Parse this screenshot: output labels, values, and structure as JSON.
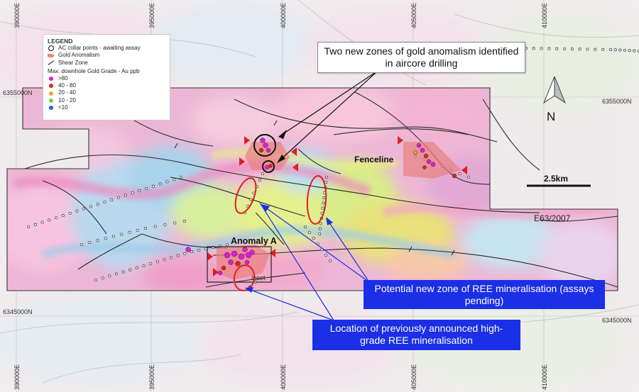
{
  "legend": {
    "title": "LEGEND",
    "items": {
      "collar": "AC collar points - awaiting assay",
      "anomalism": "Gold Anomalism",
      "shear": "Shear Zone"
    },
    "grade_title": "Max. downhole Gold Grade - Au ppb",
    "grades": [
      {
        "label": ">80",
        "color": "#e01ad8"
      },
      {
        "label": "40 - 80",
        "color": "#d9261c"
      },
      {
        "label": "20 - 40",
        "color": "#f0a030"
      },
      {
        "label": "10 - 20",
        "color": "#7ccc3a"
      },
      {
        "label": "<10",
        "color": "#2a5fd8"
      }
    ]
  },
  "labels": {
    "fenceline": "Fenceline",
    "anomaly_a": "Anomaly A",
    "inset": "Inset",
    "tenement": "E63/2007",
    "scale": "2.5km",
    "north": "N"
  },
  "callouts": {
    "gold": "Two new zones of gold anomalism identified in aircore drilling",
    "ree_new": "Potential new zone of REE mineralisation (assays pending)",
    "ree_prev": "Location of previously announced high-grade REE mineralisation"
  },
  "grid": {
    "eastings": [
      "390000E",
      "395000E",
      "400000E",
      "405000E",
      "410000E"
    ],
    "northings_left": [
      "6355000N",
      "6345000N"
    ],
    "northings_right": [
      "6355000N",
      "6345000N"
    ]
  },
  "colors": {
    "callout_blue": "#1b2fe6",
    "ellipse_red": "#e02020",
    "tenement_outline": "#333333"
  }
}
